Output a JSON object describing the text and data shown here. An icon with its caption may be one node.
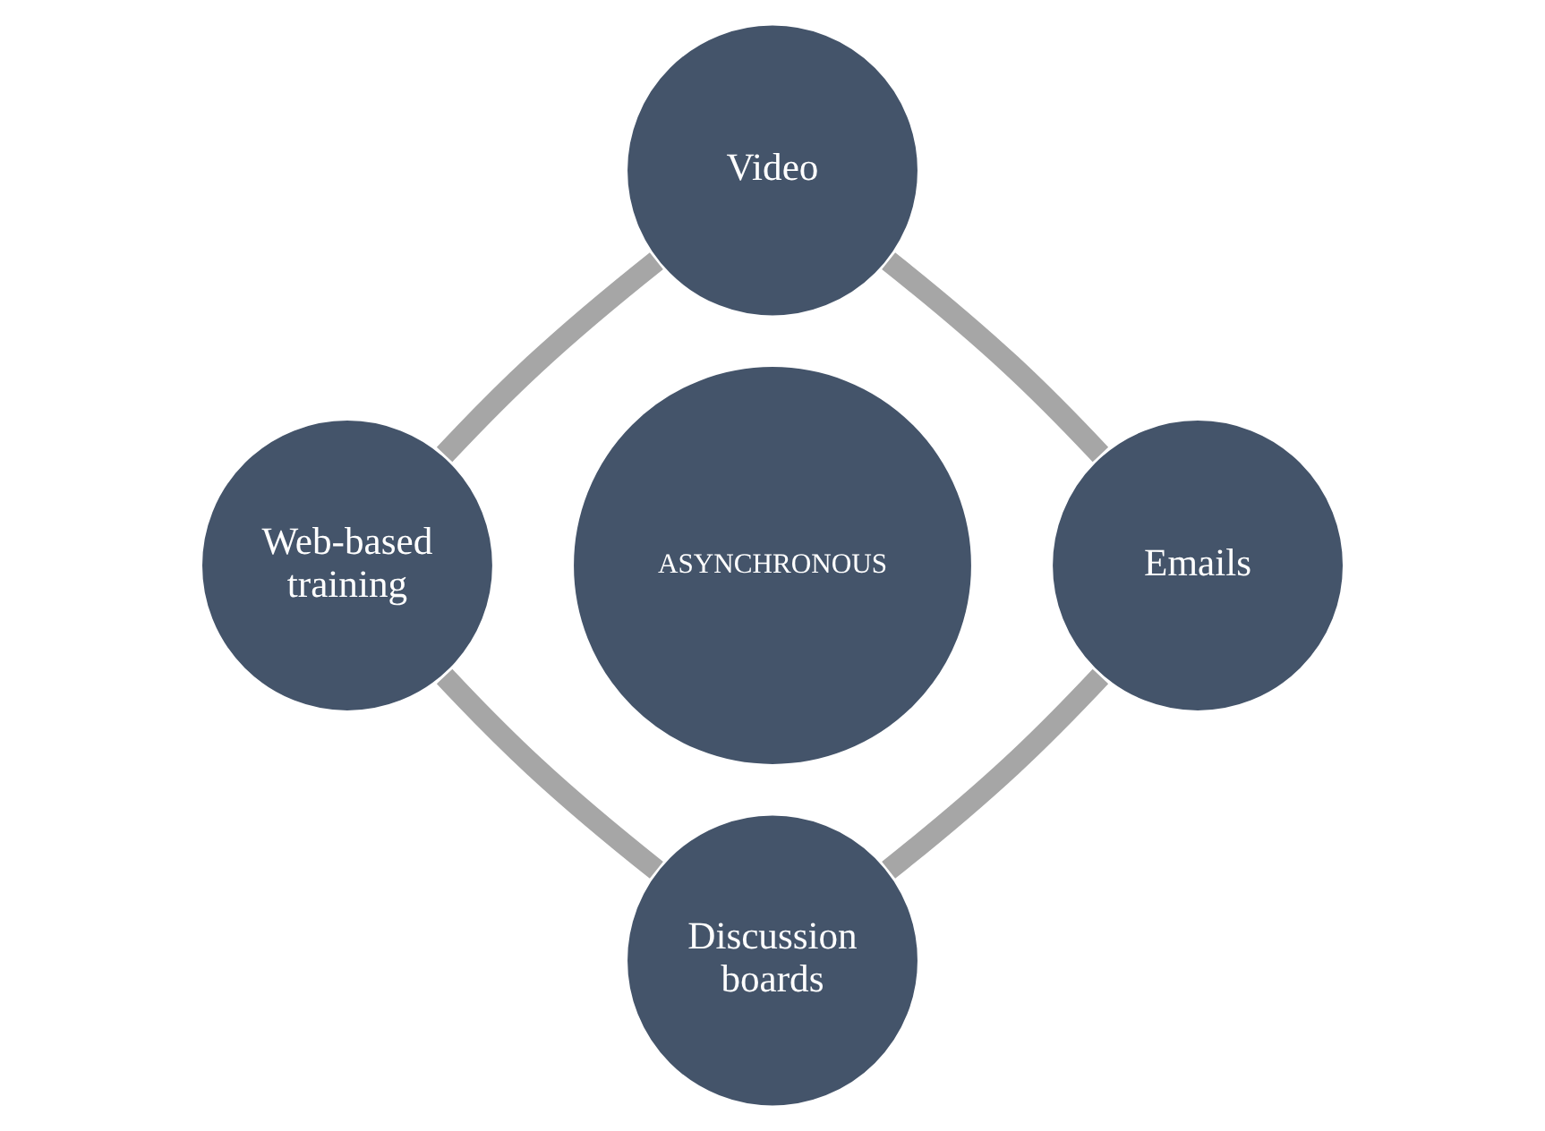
{
  "diagram": {
    "nodes": [
      {
        "text": [
          "Video"
        ]
      },
      {
        "text": [
          "Web-based training"
        ]
      },
      {
        "text": [
          "ASYNCHRONOUS"
        ]
      },
      {
        "text": [
          "Emails"
        ]
      },
      {
        "text": [
          "Discussion boards"
        ]
      }
    ],
    "edges": [
      {
        "from": 0,
        "to": 1,
        "arrow": "none"
      },
      {
        "from": 0,
        "to": 3,
        "arrow": "none"
      },
      {
        "from": 1,
        "to": 4,
        "arrow": "none"
      },
      {
        "from": 3,
        "to": 4,
        "arrow": "none"
      }
    ]
  }
}
